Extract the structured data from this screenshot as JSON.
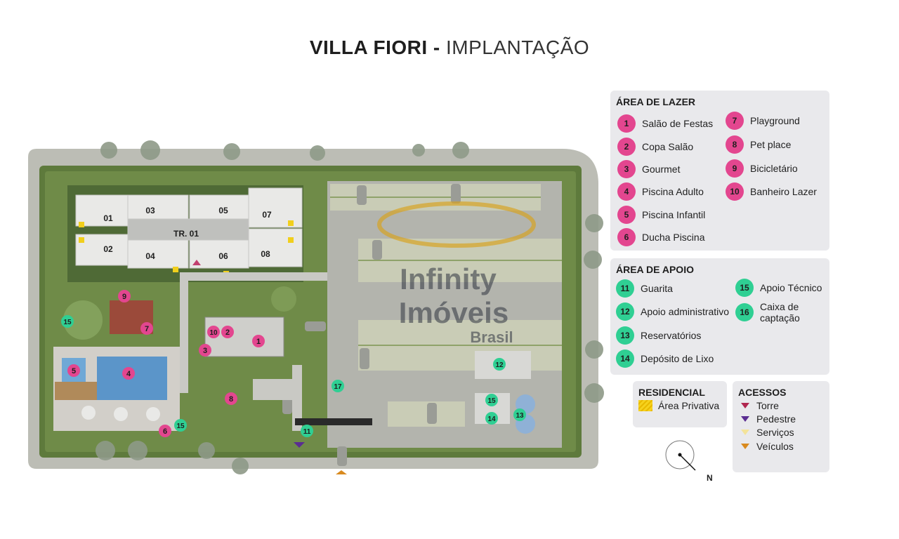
{
  "title": {
    "bold": "VILLA FIORI",
    "dash": " - ",
    "light": "IMPLANTAÇÃO"
  },
  "colors": {
    "pink": "#e3468f",
    "green": "#2fcf93",
    "torre": "#b0264f",
    "pedestre": "#5a2d91",
    "servicos": "#f3e39a",
    "veiculos": "#d98a1f"
  },
  "map": {
    "tower": "TR. 01",
    "units": [
      "01",
      "02",
      "03",
      "04",
      "05",
      "06",
      "07",
      "08"
    ],
    "watermark": {
      "line1": "Infinity",
      "line2": "Imóveis",
      "line3": "Brasil"
    }
  },
  "legend": {
    "lazer": {
      "title": "ÁREA DE LAZER",
      "items": [
        {
          "n": "1",
          "label": "Salão de Festas"
        },
        {
          "n": "2",
          "label": "Copa Salão"
        },
        {
          "n": "3",
          "label": "Gourmet"
        },
        {
          "n": "4",
          "label": "Piscina Adulto"
        },
        {
          "n": "5",
          "label": "Piscina Infantil"
        },
        {
          "n": "6",
          "label": "Ducha Piscina"
        },
        {
          "n": "7",
          "label": "Playground"
        },
        {
          "n": "8",
          "label": "Pet place"
        },
        {
          "n": "9",
          "label": "Bicicletário"
        },
        {
          "n": "10",
          "label": "Banheiro Lazer"
        }
      ]
    },
    "apoio": {
      "title": "ÁREA DE APOIO",
      "items": [
        {
          "n": "11",
          "label": "Guarita"
        },
        {
          "n": "12",
          "label": "Apoio administrativo"
        },
        {
          "n": "13",
          "label": "Reservatórios"
        },
        {
          "n": "14",
          "label": "Depósito de Lixo"
        },
        {
          "n": "15",
          "label": "Apoio Técnico"
        },
        {
          "n": "16",
          "label": "Caixa de captação"
        }
      ]
    },
    "residencial": {
      "title": "RESIDENCIAL",
      "item": "Área Privativa"
    },
    "acessos": {
      "title": "ACESSOS",
      "items": [
        "Torre",
        "Pedestre",
        "Serviços",
        "Veículos"
      ]
    },
    "north": "N"
  }
}
